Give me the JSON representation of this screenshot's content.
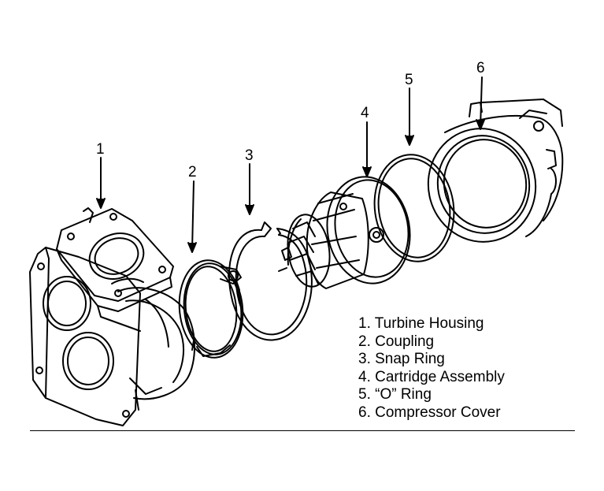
{
  "callouts": [
    {
      "number": "1"
    },
    {
      "number": "2"
    },
    {
      "number": "3"
    },
    {
      "number": "4"
    },
    {
      "number": "5"
    },
    {
      "number": "6"
    }
  ],
  "legend": [
    {
      "label": "1. Turbine Housing"
    },
    {
      "label": "2. Coupling"
    },
    {
      "label": "3. Snap Ring"
    },
    {
      "label": "4. Cartridge Assembly"
    },
    {
      "label": "5. “O” Ring"
    },
    {
      "label": "6. Compressor Cover"
    }
  ],
  "colors": {
    "ink": "#000000",
    "paper": "#ffffff"
  }
}
